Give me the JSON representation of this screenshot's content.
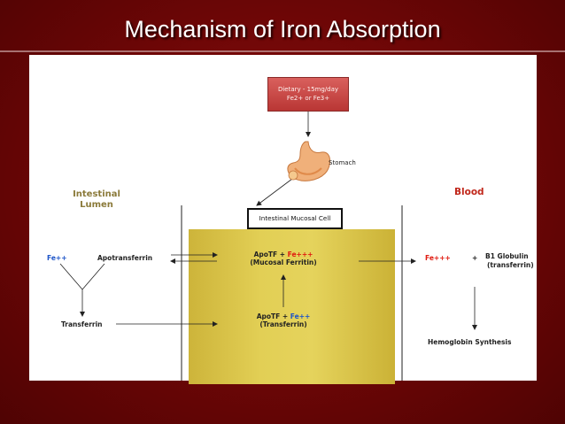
{
  "slide": {
    "title": "Mechanism of Iron Absorption"
  },
  "diagram": {
    "dietary_box": {
      "line1": "Dietary - 15mg/day",
      "line2": "Fe2+ or Fe3+"
    },
    "stomach_label": "Stomach",
    "intestinal_lumen": {
      "line1": "Intestinal",
      "line2": "Lumen"
    },
    "blood_label": "Blood",
    "mucosal_cell_label": "Intestinal Mucosal Cell",
    "lumen": {
      "fe": "Fe++",
      "apotransferrin": "Apotransferrin",
      "transferrin": "Transferrin"
    },
    "cell": {
      "top_apotf": "ApoTF +",
      "top_fe": "Fe+++",
      "top_sub": "(Mucosal Ferritin)",
      "bottom_apotf": "ApoTF +",
      "bottom_fe": "Fe++",
      "bottom_sub": "(Transferrin)"
    },
    "blood": {
      "fe": "Fe+++",
      "plus": "+",
      "b1_globulin": "B1 Globulin",
      "b1_sub": "(transferrin)",
      "hemoglobin": "Hemoglobin Synthesis"
    },
    "colors": {
      "background_red": "#7a0808",
      "cell_gold": "#e2cf55",
      "dietary_box": "#c8423f",
      "fe_blue": "#1e55c8",
      "fe_red": "#e01b10",
      "lumen_heading": "#8b7a3a",
      "blood_heading": "#c0261a"
    }
  }
}
